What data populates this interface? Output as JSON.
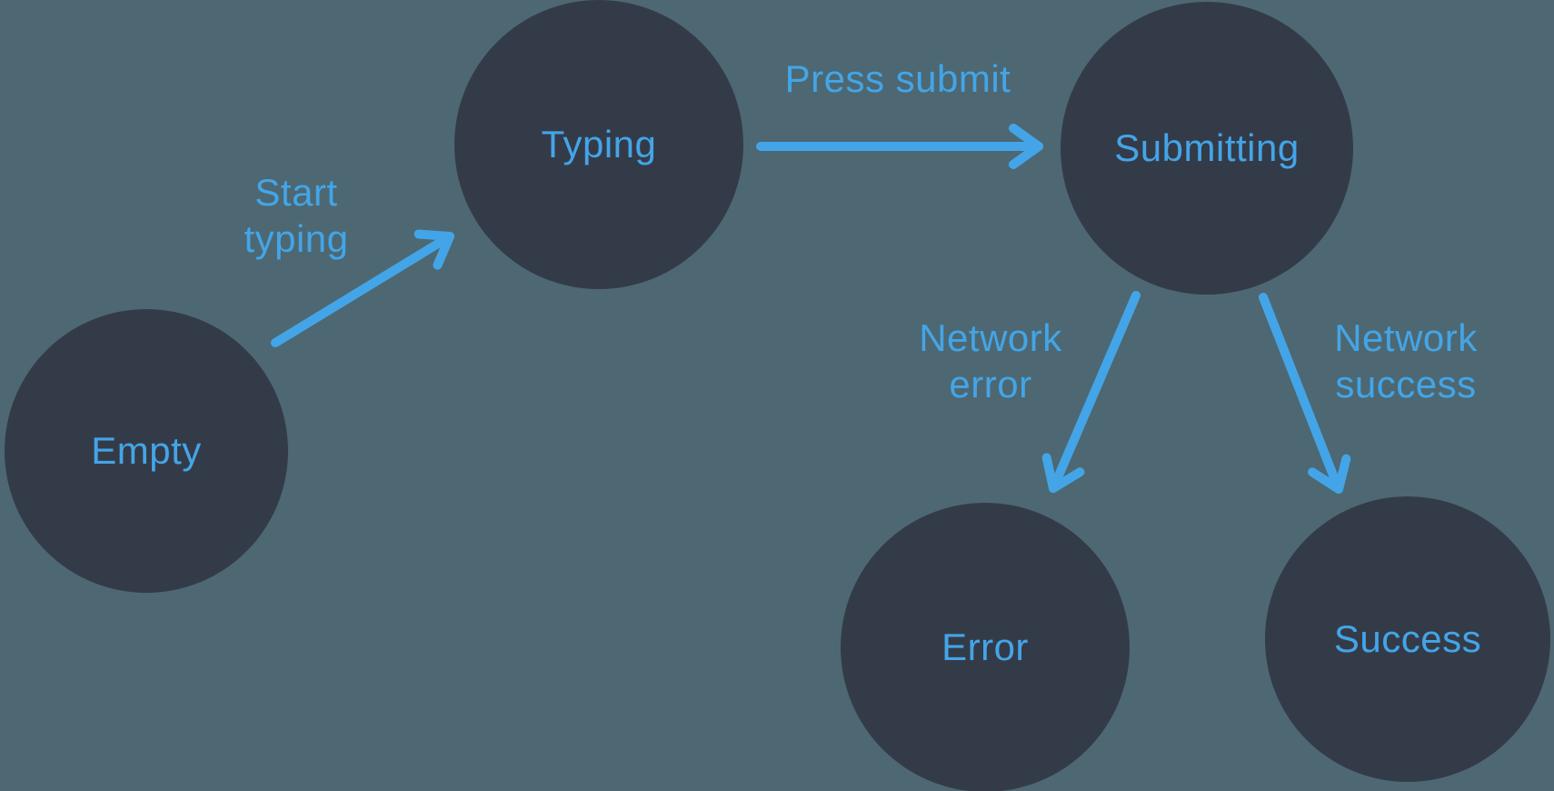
{
  "diagram": {
    "nodes": [
      {
        "id": "empty",
        "label": "Empty"
      },
      {
        "id": "typing",
        "label": "Typing"
      },
      {
        "id": "submitting",
        "label": "Submitting"
      },
      {
        "id": "error",
        "label": "Error"
      },
      {
        "id": "success",
        "label": "Success"
      }
    ],
    "edges": [
      {
        "from": "empty",
        "to": "typing",
        "label": "Start typing"
      },
      {
        "from": "typing",
        "to": "submitting",
        "label": "Press submit"
      },
      {
        "from": "submitting",
        "to": "error",
        "label": "Network error"
      },
      {
        "from": "submitting",
        "to": "success",
        "label": "Network success"
      }
    ],
    "colors": {
      "background": "#4d6872",
      "node_fill": "#343b48",
      "accent": "#43a5e8"
    }
  }
}
